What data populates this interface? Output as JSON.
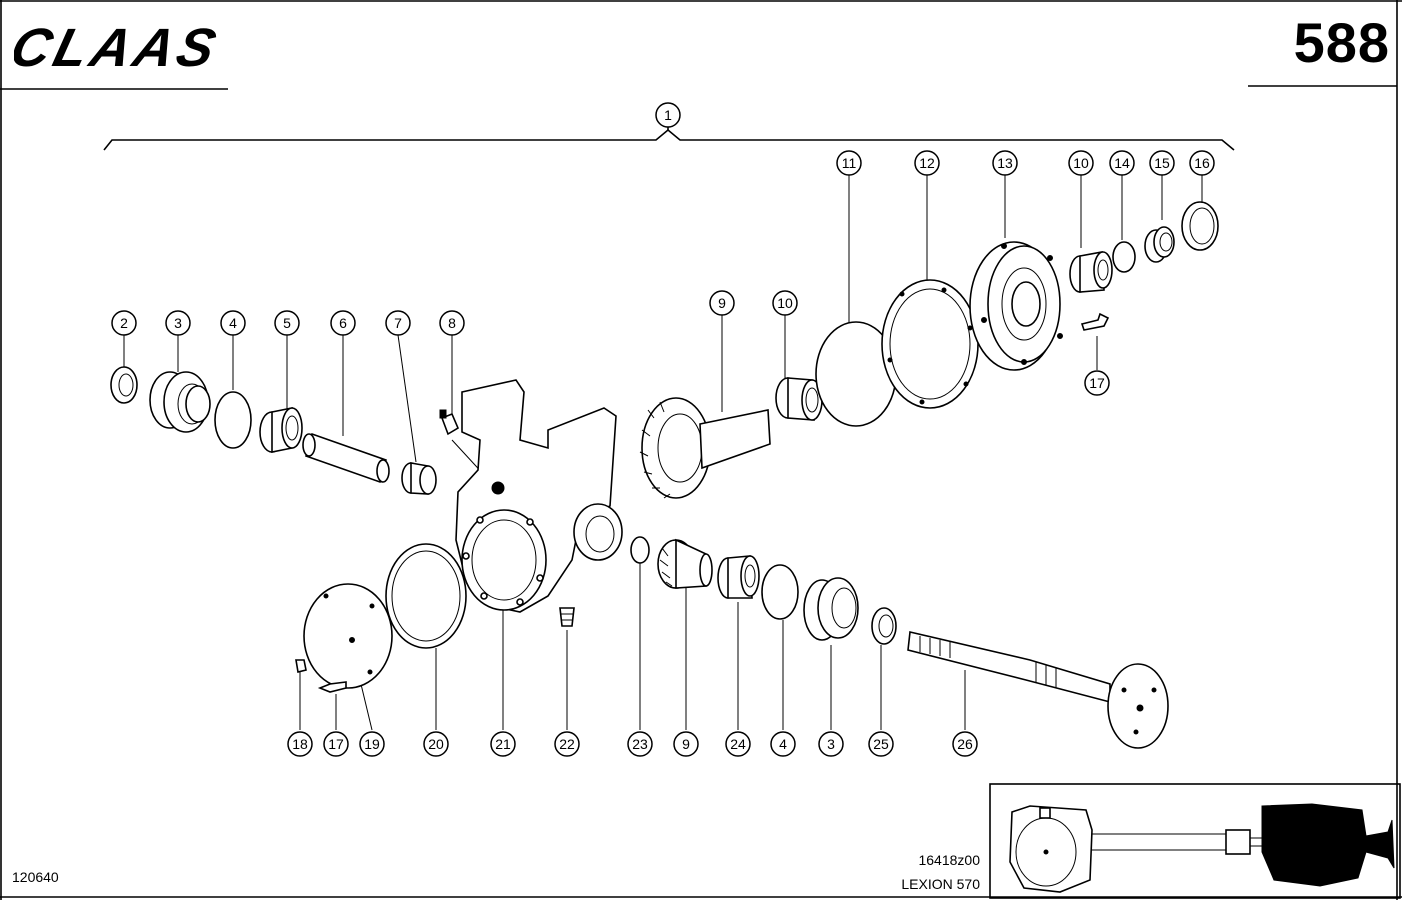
{
  "header": {
    "brand": "CLAAS",
    "page_number": "588"
  },
  "callouts": {
    "c1": "1",
    "c2": "2",
    "c3a": "3",
    "c4a": "4",
    "c5": "5",
    "c6": "6",
    "c7": "7",
    "c8": "8",
    "c9a": "9",
    "c10a": "10",
    "c11": "11",
    "c12": "12",
    "c13": "13",
    "c10b": "10",
    "c14": "14",
    "c15": "15",
    "c16": "16",
    "c17a": "17",
    "c18": "18",
    "c17b": "17",
    "c19": "19",
    "c20": "20",
    "c21": "21",
    "c22": "22",
    "c23": "23",
    "c9b": "9",
    "c24": "24",
    "c4b": "4",
    "c3b": "3",
    "c25": "25",
    "c26": "26"
  },
  "footer": {
    "document_number": "120640",
    "drawing_code": "16418z00",
    "model": "LEXION 570"
  }
}
